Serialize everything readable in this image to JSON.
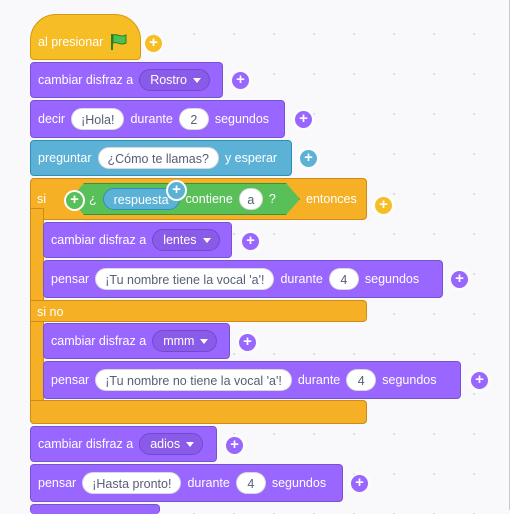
{
  "colors": {
    "events": "#f6bd24",
    "looks": "#9966ff",
    "sensing": "#5cb1d6",
    "operators": "#59c059",
    "control": "#f6b025"
  },
  "script": {
    "hat": {
      "label": "al presionar",
      "icon": "green-flag-icon"
    },
    "b1": {
      "label": "cambiar disfraz a",
      "costume": "Rostro"
    },
    "b2": {
      "verb": "decir",
      "message": "¡Hola!",
      "mid": "durante",
      "secs": "2",
      "unit": "segundos"
    },
    "b3": {
      "verb": "preguntar",
      "question": "¿Cómo te llamas?",
      "tail": "y esperar"
    },
    "if_else": {
      "si": "si",
      "q_open": "¿",
      "answer": "respuesta",
      "contains": "contiene",
      "letter": "a",
      "q_close": "?",
      "then": "entonces",
      "else": "si no"
    },
    "b4": {
      "label": "cambiar disfraz a",
      "costume": "lentes"
    },
    "b5": {
      "verb": "pensar",
      "message": "¡Tu nombre tiene la vocal 'a'!",
      "mid": "durante",
      "secs": "4",
      "unit": "segundos"
    },
    "b6": {
      "label": "cambiar disfraz a",
      "costume": "mmm"
    },
    "b7": {
      "verb": "pensar",
      "message": "¡Tu nombre no tiene la vocal 'a'!",
      "mid": "durante",
      "secs": "4",
      "unit": "segundos"
    },
    "b8": {
      "label": "cambiar disfraz a",
      "costume": "adios"
    },
    "b9": {
      "verb": "pensar",
      "message": "¡Hasta pronto!",
      "mid": "durante",
      "secs": "4",
      "unit": "segundos"
    }
  },
  "add_symbol": "+"
}
